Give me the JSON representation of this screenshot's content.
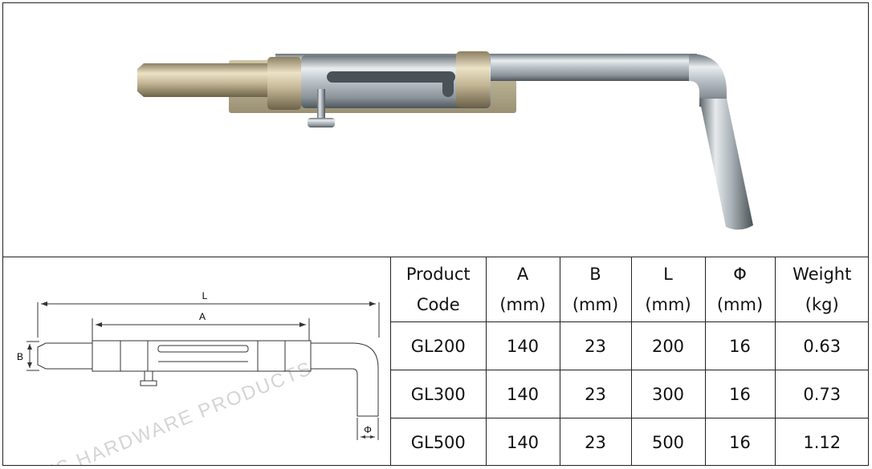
{
  "drawing": {
    "label_L": "L",
    "label_A": "A",
    "label_B": "B",
    "label_phi": "Φ",
    "watermark": "ES HARDWARE PRODUCTS"
  },
  "table": {
    "headers": [
      {
        "line1": "Product",
        "line2": "Code"
      },
      {
        "line1": "A",
        "line2": "(mm)"
      },
      {
        "line1": "B",
        "line2": "(mm)"
      },
      {
        "line1": "L",
        "line2": "(mm)"
      },
      {
        "line1": "Φ",
        "line2": "(mm)"
      },
      {
        "line1": "Weight",
        "line2": "(kg)"
      }
    ],
    "rows": [
      [
        "GL200",
        "140",
        "23",
        "200",
        "16",
        "0.63"
      ],
      [
        "GL300",
        "140",
        "23",
        "300",
        "16",
        "0.73"
      ],
      [
        "GL500",
        "140",
        "23",
        "500",
        "16",
        "1.12"
      ]
    ]
  }
}
